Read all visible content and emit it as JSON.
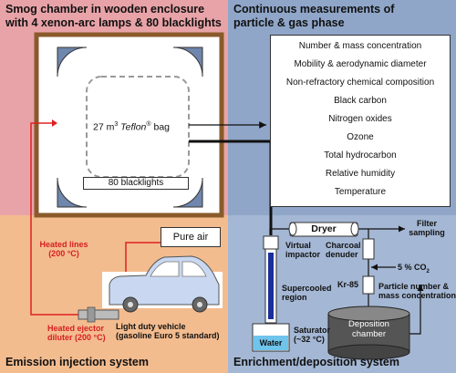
{
  "quadrants": {
    "smog": {
      "title_line1": "Smog chamber in wooden enclosure",
      "title_line2": "with 4 xenon-arc lamps & 80 blacklights",
      "bag_label_prefix": "27 m",
      "bag_label_sup": "3",
      "bag_label_italic": "Teflon",
      "bag_label_reg": "®",
      "bag_label_suffix": " bag",
      "blacklights": "80 blacklights"
    },
    "continuous": {
      "title_line1": "Continuous measurements of",
      "title_line2": "particle & gas phase",
      "measurements": [
        "Number & mass concentration",
        "Mobility & aerodynamic diameter",
        "Non-refractory chemical composition",
        "Black carbon",
        "Nitrogen oxides",
        "Ozone",
        "Total hydrocarbon",
        "Relative humidity",
        "Temperature"
      ]
    },
    "emission": {
      "title": "Emission injection system",
      "pure_air": "Pure air",
      "heated_lines_1": "Heated lines",
      "heated_lines_2": "(200 °C)",
      "ejector_1": "Heated ejector",
      "ejector_2": "diluter (200 °C)",
      "vehicle_1": "Light duty vehicle",
      "vehicle_2": "(gasoline Euro 5 standard)"
    },
    "enrichment": {
      "title": "Enrichment/deposition system",
      "dryer": "Dryer",
      "filter_1": "Filter",
      "filter_2": "sampling",
      "virtual_1": "Virtual",
      "virtual_2": "impactor",
      "charcoal_1": "Charcoal",
      "charcoal_2": "denuder",
      "co2_prefix": "5 % CO",
      "co2_sub": "2",
      "kr85": "Kr-85",
      "supercooled_1": "Supercooled",
      "supercooled_2": "region",
      "pn_1": "Particle number &",
      "pn_2": "mass concentration",
      "water": "Water",
      "saturator_1": "Saturator",
      "saturator_2": "(~32 °C)",
      "deposition_1": "Deposition",
      "deposition_2": "chamber"
    }
  },
  "colors": {
    "smog_bg": "#e8a3a8",
    "continuous_bg": "#8fa6c8",
    "emission_bg": "#f3bc8f",
    "enrichment_bg": "#a4b7d4",
    "heated_line": "#e02020",
    "wood": "#8a5a2b",
    "lamp": "#6f86ad",
    "water": "#6fc4ec",
    "supercooled": "#1a2f9a"
  }
}
